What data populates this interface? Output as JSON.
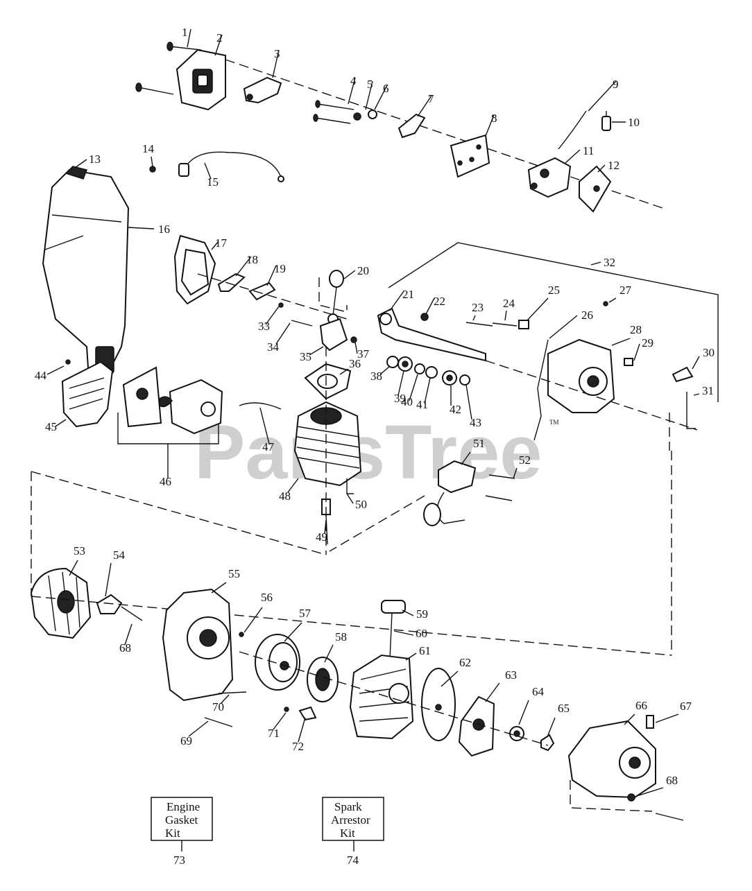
{
  "watermark": "PartsTree",
  "trademark": "TM",
  "kits": [
    {
      "lines": [
        "Engine",
        "Gasket",
        "Kit"
      ],
      "number": "73"
    },
    {
      "lines": [
        "Spark",
        "Arrestor",
        "Kit"
      ],
      "number": "74"
    }
  ],
  "labels": [
    "1",
    "2",
    "3",
    "4",
    "5",
    "6",
    "7",
    "8",
    "9",
    "10",
    "11",
    "12",
    "13",
    "14",
    "15",
    "16",
    "17",
    "18",
    "19",
    "20",
    "21",
    "22",
    "23",
    "24",
    "25",
    "26",
    "27",
    "28",
    "29",
    "30",
    "31",
    "32",
    "33",
    "34",
    "35",
    "36",
    "37",
    "38",
    "39",
    "40",
    "41",
    "42",
    "43",
    "44",
    "45",
    "46",
    "47",
    "48",
    "49",
    "50",
    "51",
    "52",
    "53",
    "54",
    "55",
    "56",
    "57",
    "58",
    "59",
    "60",
    "61",
    "62",
    "63",
    "64",
    "65",
    "66",
    "67",
    "68",
    "69",
    "70",
    "71",
    "72",
    "68"
  ]
}
